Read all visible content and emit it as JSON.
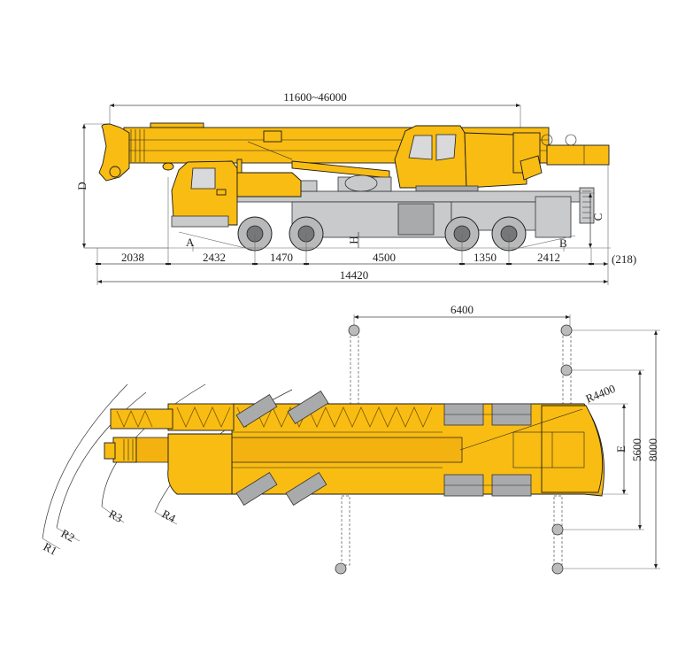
{
  "drawing": {
    "subject": "Truck crane dimension drawing",
    "colors": {
      "body": "#F9BC12",
      "chassis": "#C9CACB",
      "line": "#222222",
      "background": "#FFFFFF"
    },
    "side_view": {
      "boom_length_range": "11600~46000",
      "height_label": "D",
      "rear_height_label": "C",
      "ground_clearance_label": "H",
      "approach_angle_label": "A",
      "departure_angle_label": "B",
      "segments": [
        {
          "name": "front_overhang",
          "value": "2038"
        },
        {
          "name": "front_to_axle1",
          "value": "2432"
        },
        {
          "name": "axle1_to_axle2",
          "value": "1470"
        },
        {
          "name": "axle2_to_axle3",
          "value": "4500"
        },
        {
          "name": "axle3_to_axle4",
          "value": "1350"
        },
        {
          "name": "rear_overhang",
          "value": "2412"
        },
        {
          "name": "rear_extra",
          "value": "(218)"
        }
      ],
      "overall_length": "14420"
    },
    "top_view": {
      "outrigger_longitudinal_span": "6400",
      "tail_swing_radius": "R4400",
      "width_label": "E",
      "outrigger_mid_span": "5600",
      "outrigger_full_span": "8000",
      "turning_radii": [
        "R1",
        "R2",
        "R3",
        "R4"
      ]
    }
  }
}
